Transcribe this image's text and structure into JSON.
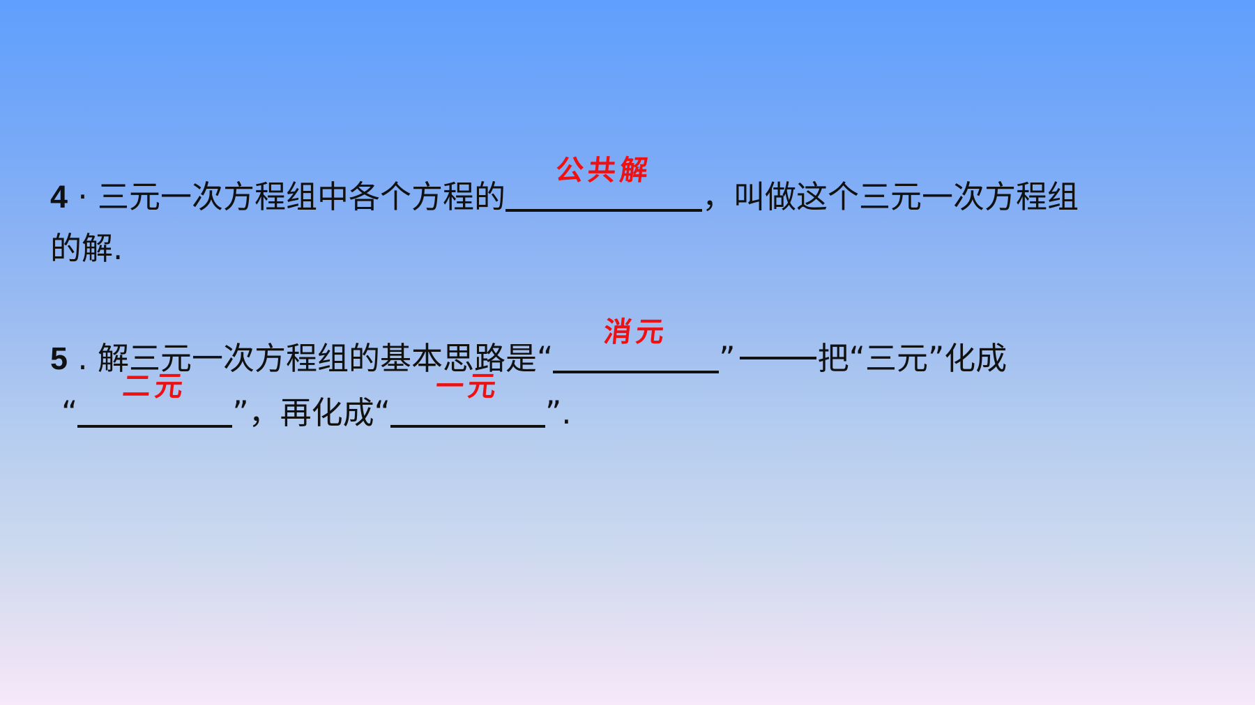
{
  "q4": {
    "number": "4",
    "sep": "·",
    "before": "三元一次方程组中各个方程的",
    "answer": "公共解",
    "after": "，叫做这个三元一次方程组",
    "line2": "的解."
  },
  "q5": {
    "number": "5",
    "sep": ".",
    "text1": "解三元一次方程组的基本思路是“",
    "answer1": "消元",
    "text2": "”",
    "text3": "把“三元”化成",
    "text4": "“",
    "answer2": "二元",
    "text5": "”，再化成“",
    "answer3": "一元",
    "text6": "”."
  },
  "colors": {
    "answer": "#ee1111",
    "text": "#111111",
    "bg_top": "#5f9ffd",
    "bg_bottom": "#f7e8fa"
  }
}
